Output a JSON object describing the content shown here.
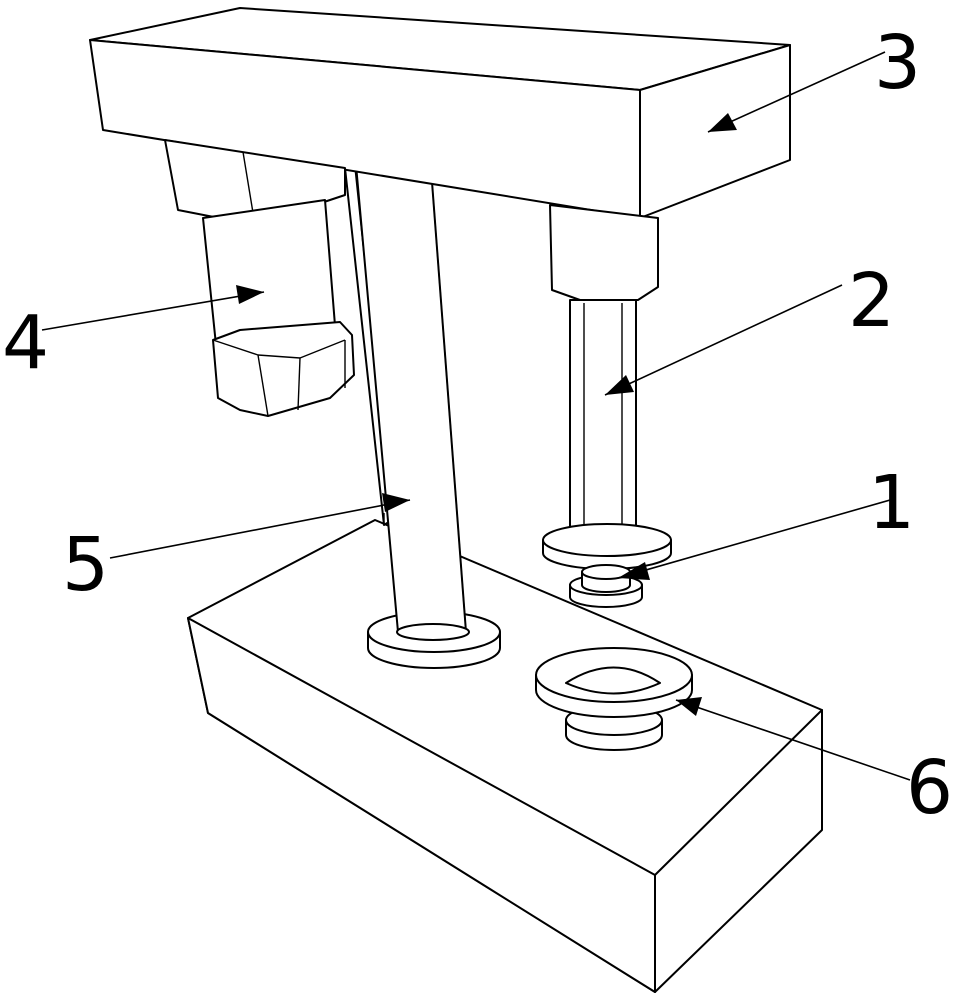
{
  "figure": {
    "background": "#ffffff",
    "line_color": "#000000"
  },
  "callouts": [
    {
      "id": "1",
      "label": "1"
    },
    {
      "id": "2",
      "label": "2"
    },
    {
      "id": "3",
      "label": "3"
    },
    {
      "id": "4",
      "label": "4"
    },
    {
      "id": "5",
      "label": "5"
    },
    {
      "id": "6",
      "label": "6"
    }
  ]
}
